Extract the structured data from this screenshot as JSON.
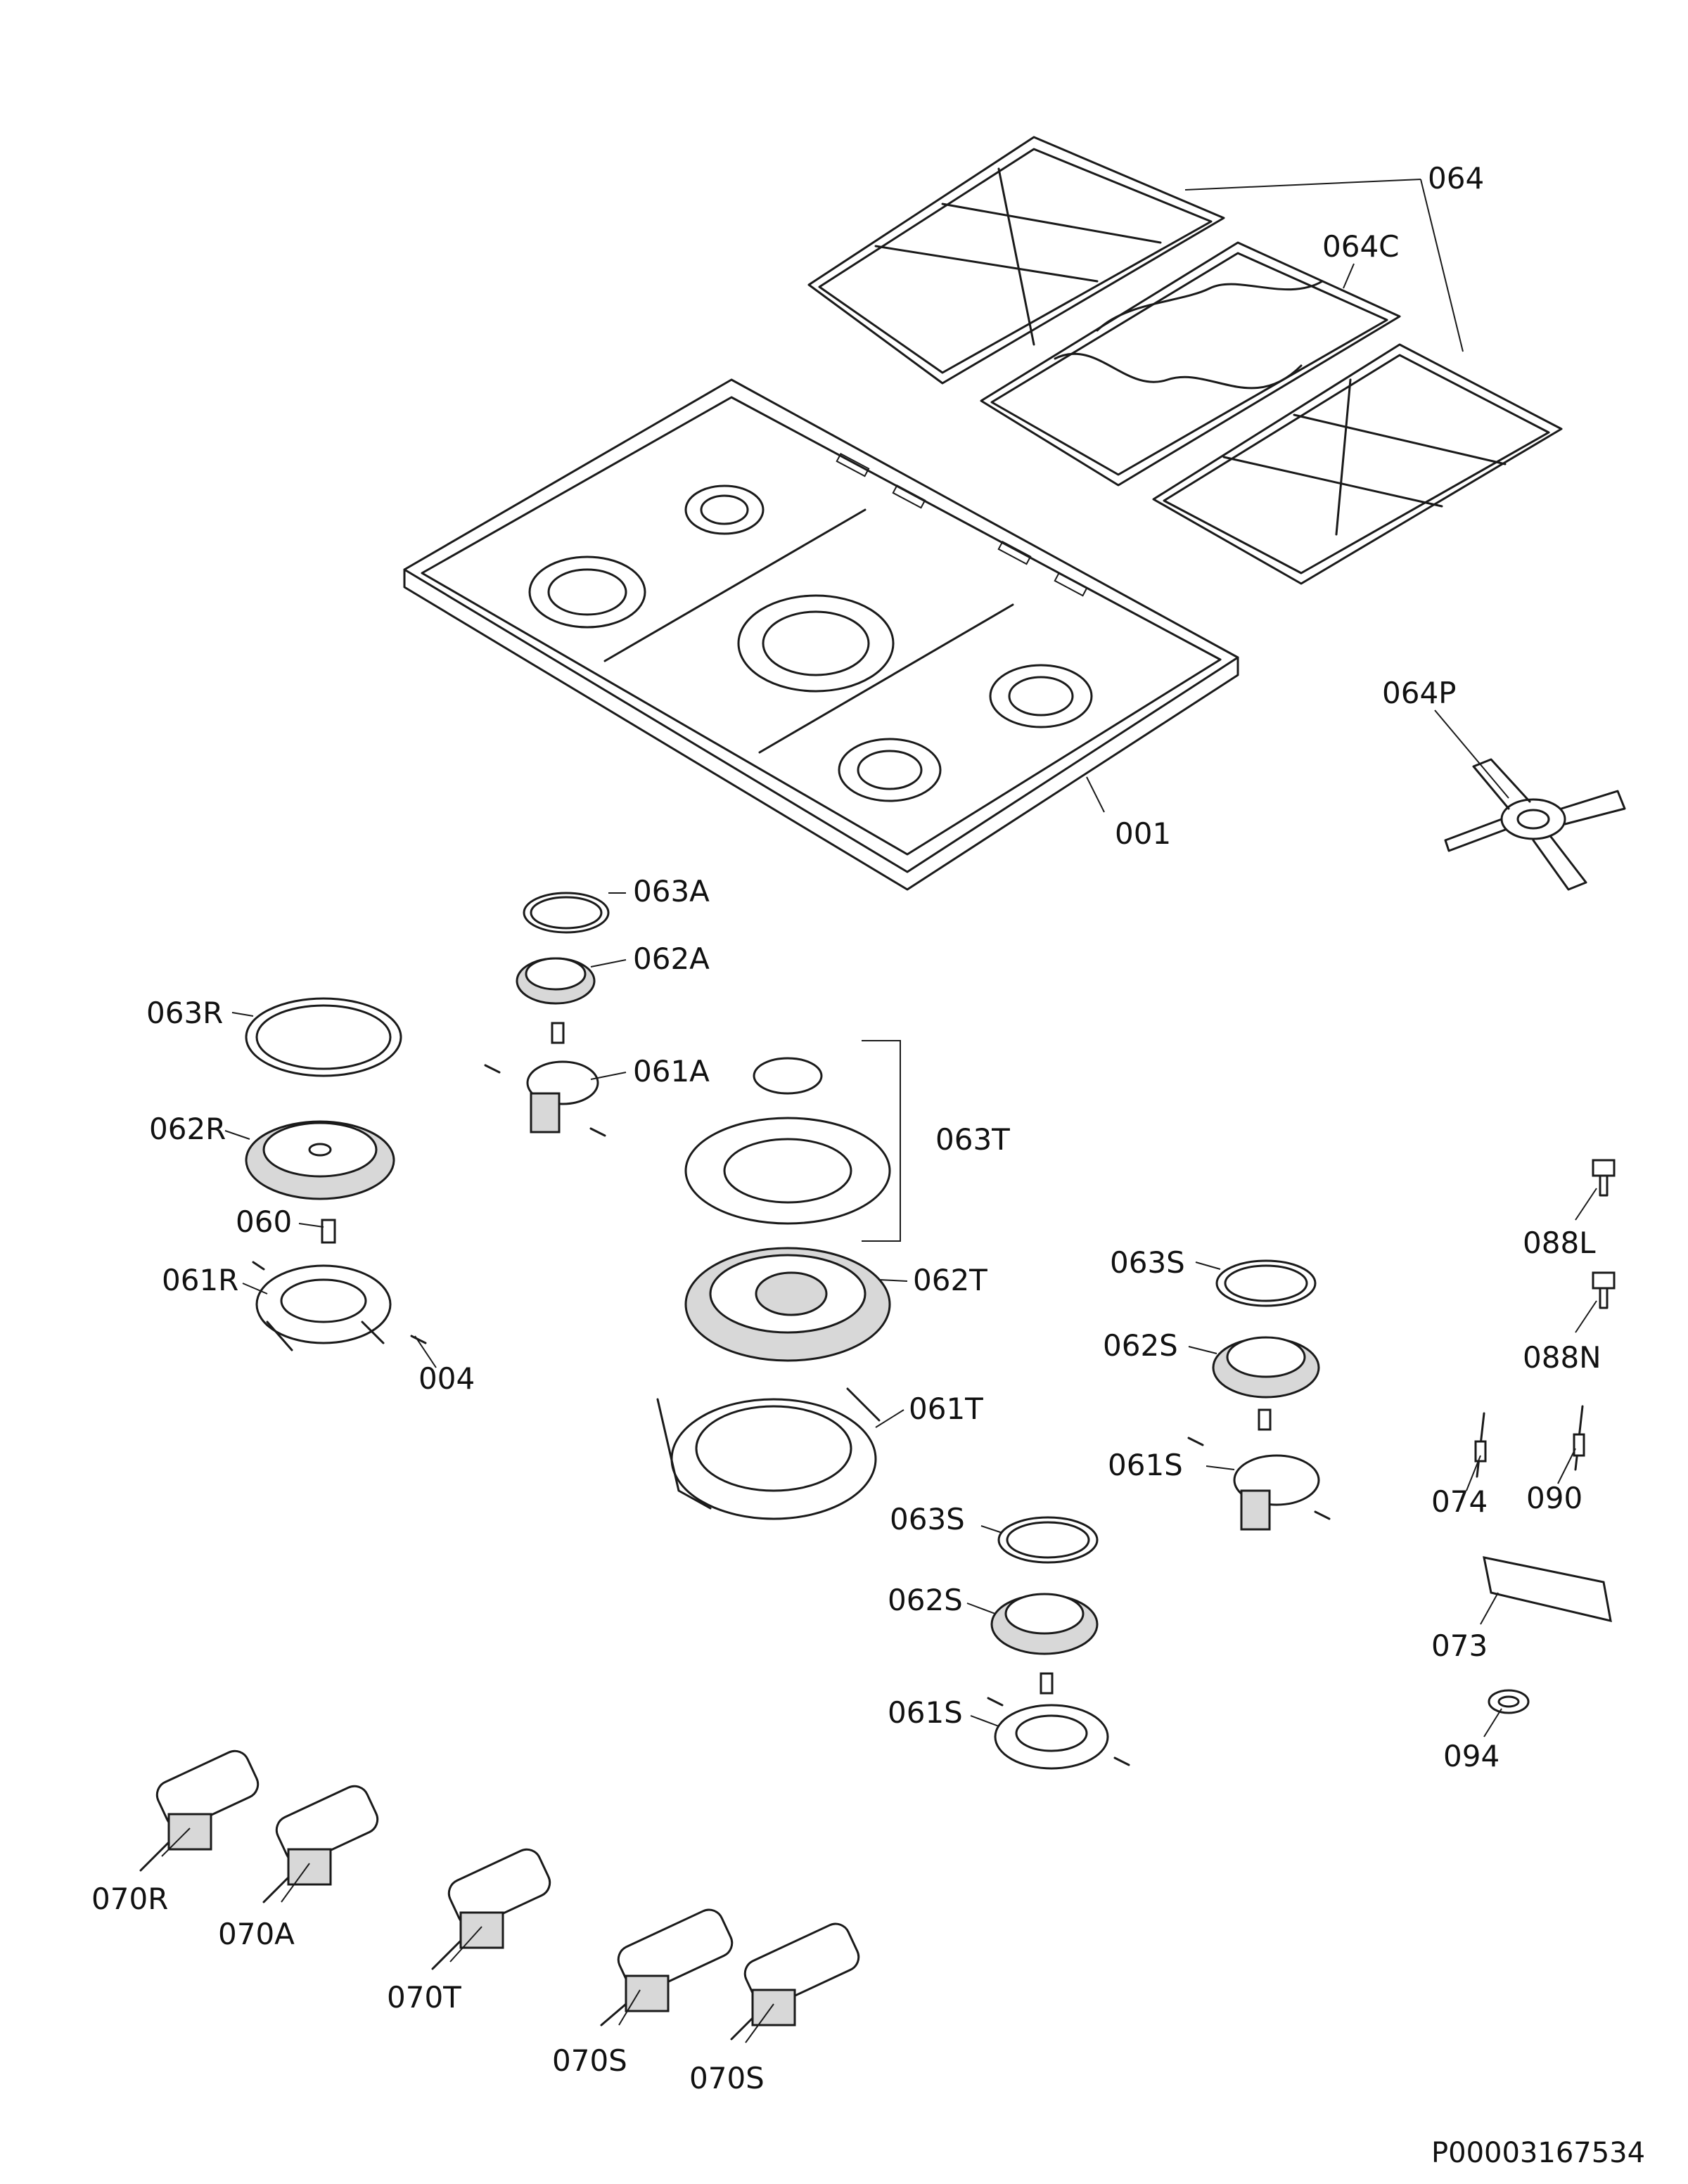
{
  "document_id": "P00003167534",
  "labels": {
    "l001": "001",
    "l004": "004",
    "l060": "060",
    "l061A": "061A",
    "l061R": "061R",
    "l061S_a": "061S",
    "l061S_b": "061S",
    "l061T": "061T",
    "l062A": "062A",
    "l062R": "062R",
    "l062S_a": "062S",
    "l062S_b": "062S",
    "l062T": "062T",
    "l063A": "063A",
    "l063R": "063R",
    "l063S_a": "063S",
    "l063S_b": "063S",
    "l063T": "063T",
    "l064": "064",
    "l064C": "064C",
    "l064P": "064P",
    "l070R": "070R",
    "l070A": "070A",
    "l070T": "070T",
    "l070S_a": "070S",
    "l070S_b": "070S",
    "l073": "073",
    "l074": "074",
    "l088L": "088L",
    "l088N": "088N",
    "l090": "090",
    "l094": "094"
  }
}
